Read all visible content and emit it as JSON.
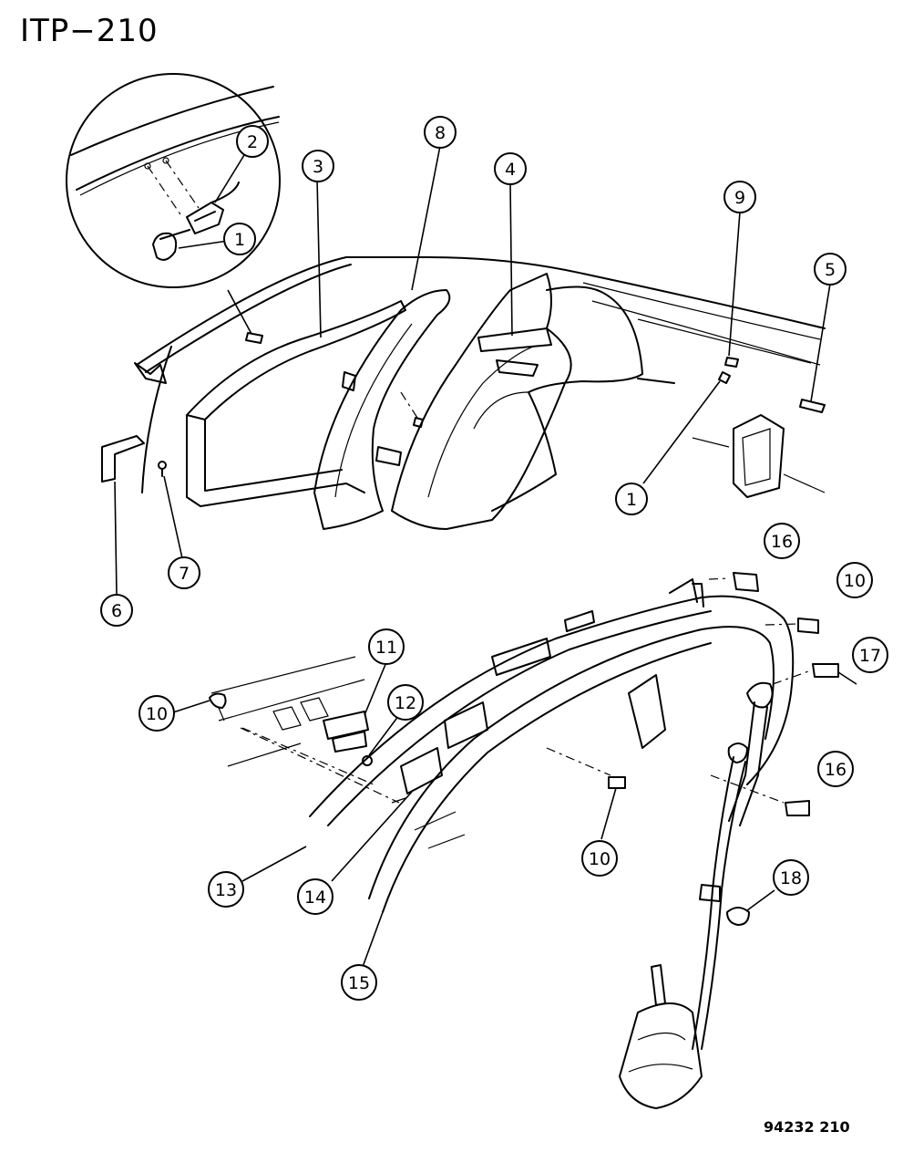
{
  "diagram": {
    "title": "ITP−210",
    "code": "94232 210",
    "callouts": [
      {
        "id": "c-2",
        "label": "2"
      },
      {
        "id": "c-1a",
        "label": "1"
      },
      {
        "id": "c-3",
        "label": "3"
      },
      {
        "id": "c-8",
        "label": "8"
      },
      {
        "id": "c-4",
        "label": "4"
      },
      {
        "id": "c-9",
        "label": "9"
      },
      {
        "id": "c-5",
        "label": "5"
      },
      {
        "id": "c-1b",
        "label": "1"
      },
      {
        "id": "c-6",
        "label": "6"
      },
      {
        "id": "c-7",
        "label": "7"
      },
      {
        "id": "c-16a",
        "label": "16"
      },
      {
        "id": "c-10a",
        "label": "10"
      },
      {
        "id": "c-17",
        "label": "17"
      },
      {
        "id": "c-11",
        "label": "11"
      },
      {
        "id": "c-10b",
        "label": "10"
      },
      {
        "id": "c-12",
        "label": "12"
      },
      {
        "id": "c-16b",
        "label": "16"
      },
      {
        "id": "c-10c",
        "label": "10"
      },
      {
        "id": "c-18",
        "label": "18"
      },
      {
        "id": "c-13",
        "label": "13"
      },
      {
        "id": "c-14",
        "label": "14"
      },
      {
        "id": "c-15",
        "label": "15"
      }
    ]
  }
}
